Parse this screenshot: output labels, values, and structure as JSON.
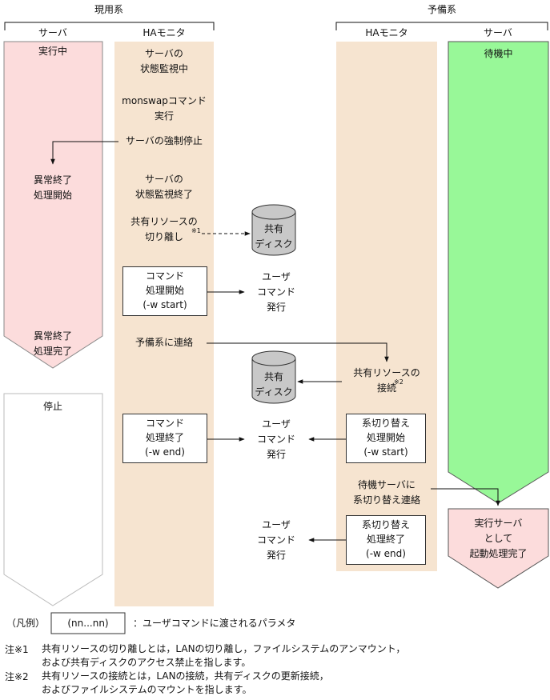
{
  "headers": {
    "primary_system": "現用系",
    "standby_system": "予備系",
    "server": "サーバ",
    "ha_monitor": "HAモニタ"
  },
  "primary_server": {
    "executing": "実行中",
    "abnormal_start": "異常終了\n処理開始",
    "abnormal_done": "異常終了\n処理完了",
    "stopped": "停止"
  },
  "primary_ha": {
    "monitoring": "サーバの\n状態監視中",
    "monswap": "monswapコマンド\n実行",
    "force_stop": "サーバの強制停止",
    "monitor_end": "サーバの\n状態監視終了",
    "detach": "共有リソースの\n切り離し",
    "note_ref1": "※1",
    "cmd_start_box": "コマンド\n処理開始\n(-w start)",
    "notify_standby": "予備系に連絡",
    "cmd_end_box": "コマンド\n処理終了\n(-w end)"
  },
  "shared_disk": "共有\nディスク",
  "user_command": "ユーザ\nコマンド\n発行",
  "standby_ha": {
    "connect": "共有リソースの\n接続",
    "note_ref2": "※2",
    "switch_start_box": "系切り替え\n処理開始\n(-w start)",
    "notify_server": "待機サーバに\n系切り替え連絡",
    "switch_end_box": "系切り替え\n処理終了\n(-w end)"
  },
  "standby_server": {
    "waiting": "待機中",
    "started": "実行サーバ\nとして\n起動処理完了"
  },
  "legend": {
    "label": "（凡例）",
    "box": "(nn...nn)",
    "desc": "：ユーザコマンドに渡されるパラメタ"
  },
  "notes": {
    "note1_label": "注※1",
    "note1_text": "共有リソースの切り離しとは，LANの切り離し，ファイルシステムのアンマウント，\nおよび共有ディスクのアクセス禁止を指します。",
    "note2_label": "注※2",
    "note2_text": "共有リソースの接続とは，LANの接続，共有ディスクの更新接続，\nおよびファイルシステムのマウントを指します。"
  },
  "colors": {
    "lane_ha": "#f6e4d0",
    "server_pink": "#fcdcdc",
    "server_green": "#98f898",
    "disk_gray": "#c8c8c8"
  }
}
